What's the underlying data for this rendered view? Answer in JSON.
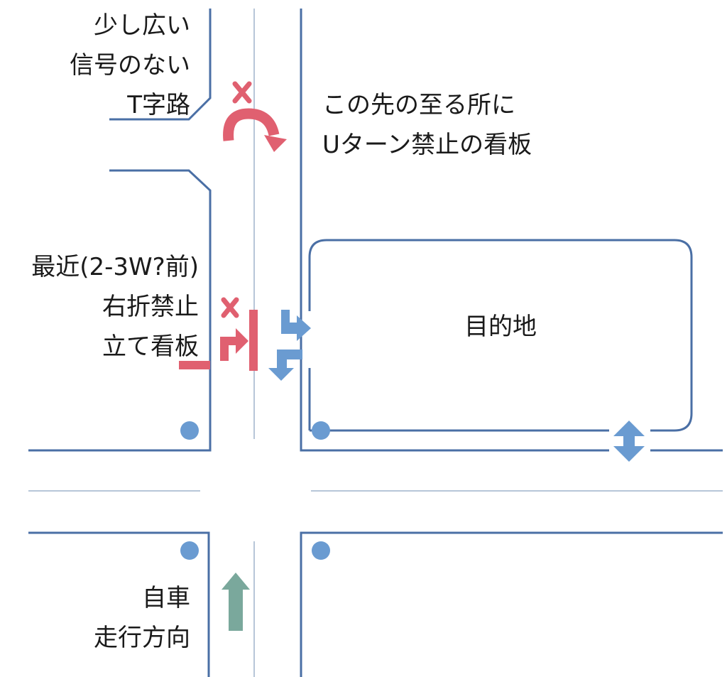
{
  "labels": {
    "t_junction": [
      "少し広い",
      "信号のない",
      "T字路"
    ],
    "u_turn_sign": [
      "この先の至る所に",
      "Uターン禁止の看板"
    ],
    "right_turn_sign": [
      "最近(2-3W?前)",
      "右折禁止",
      "立て看板"
    ],
    "destination": "目的地",
    "own_direction": [
      "自車",
      "走行方向"
    ]
  },
  "colors": {
    "road_line": "#4a6fa5",
    "center_line": "#9fb3cc",
    "prohibited": "#e06070",
    "allowed": "#6a9bd1",
    "own_car": "#7aa89c",
    "signal_dot": "#6a9bd1"
  },
  "icons": {
    "u_turn_prohibited": "u-turn-arrow-icon",
    "cross_mark": "cross-mark-icon",
    "right_turn_prohibited": "right-turn-arrow-icon",
    "entry_arrow": "turn-in-arrow-icon",
    "exit_arrow": "turn-out-arrow-icon",
    "two_way_arrow": "double-arrow-icon",
    "own_car_arrow": "up-arrow-icon"
  }
}
